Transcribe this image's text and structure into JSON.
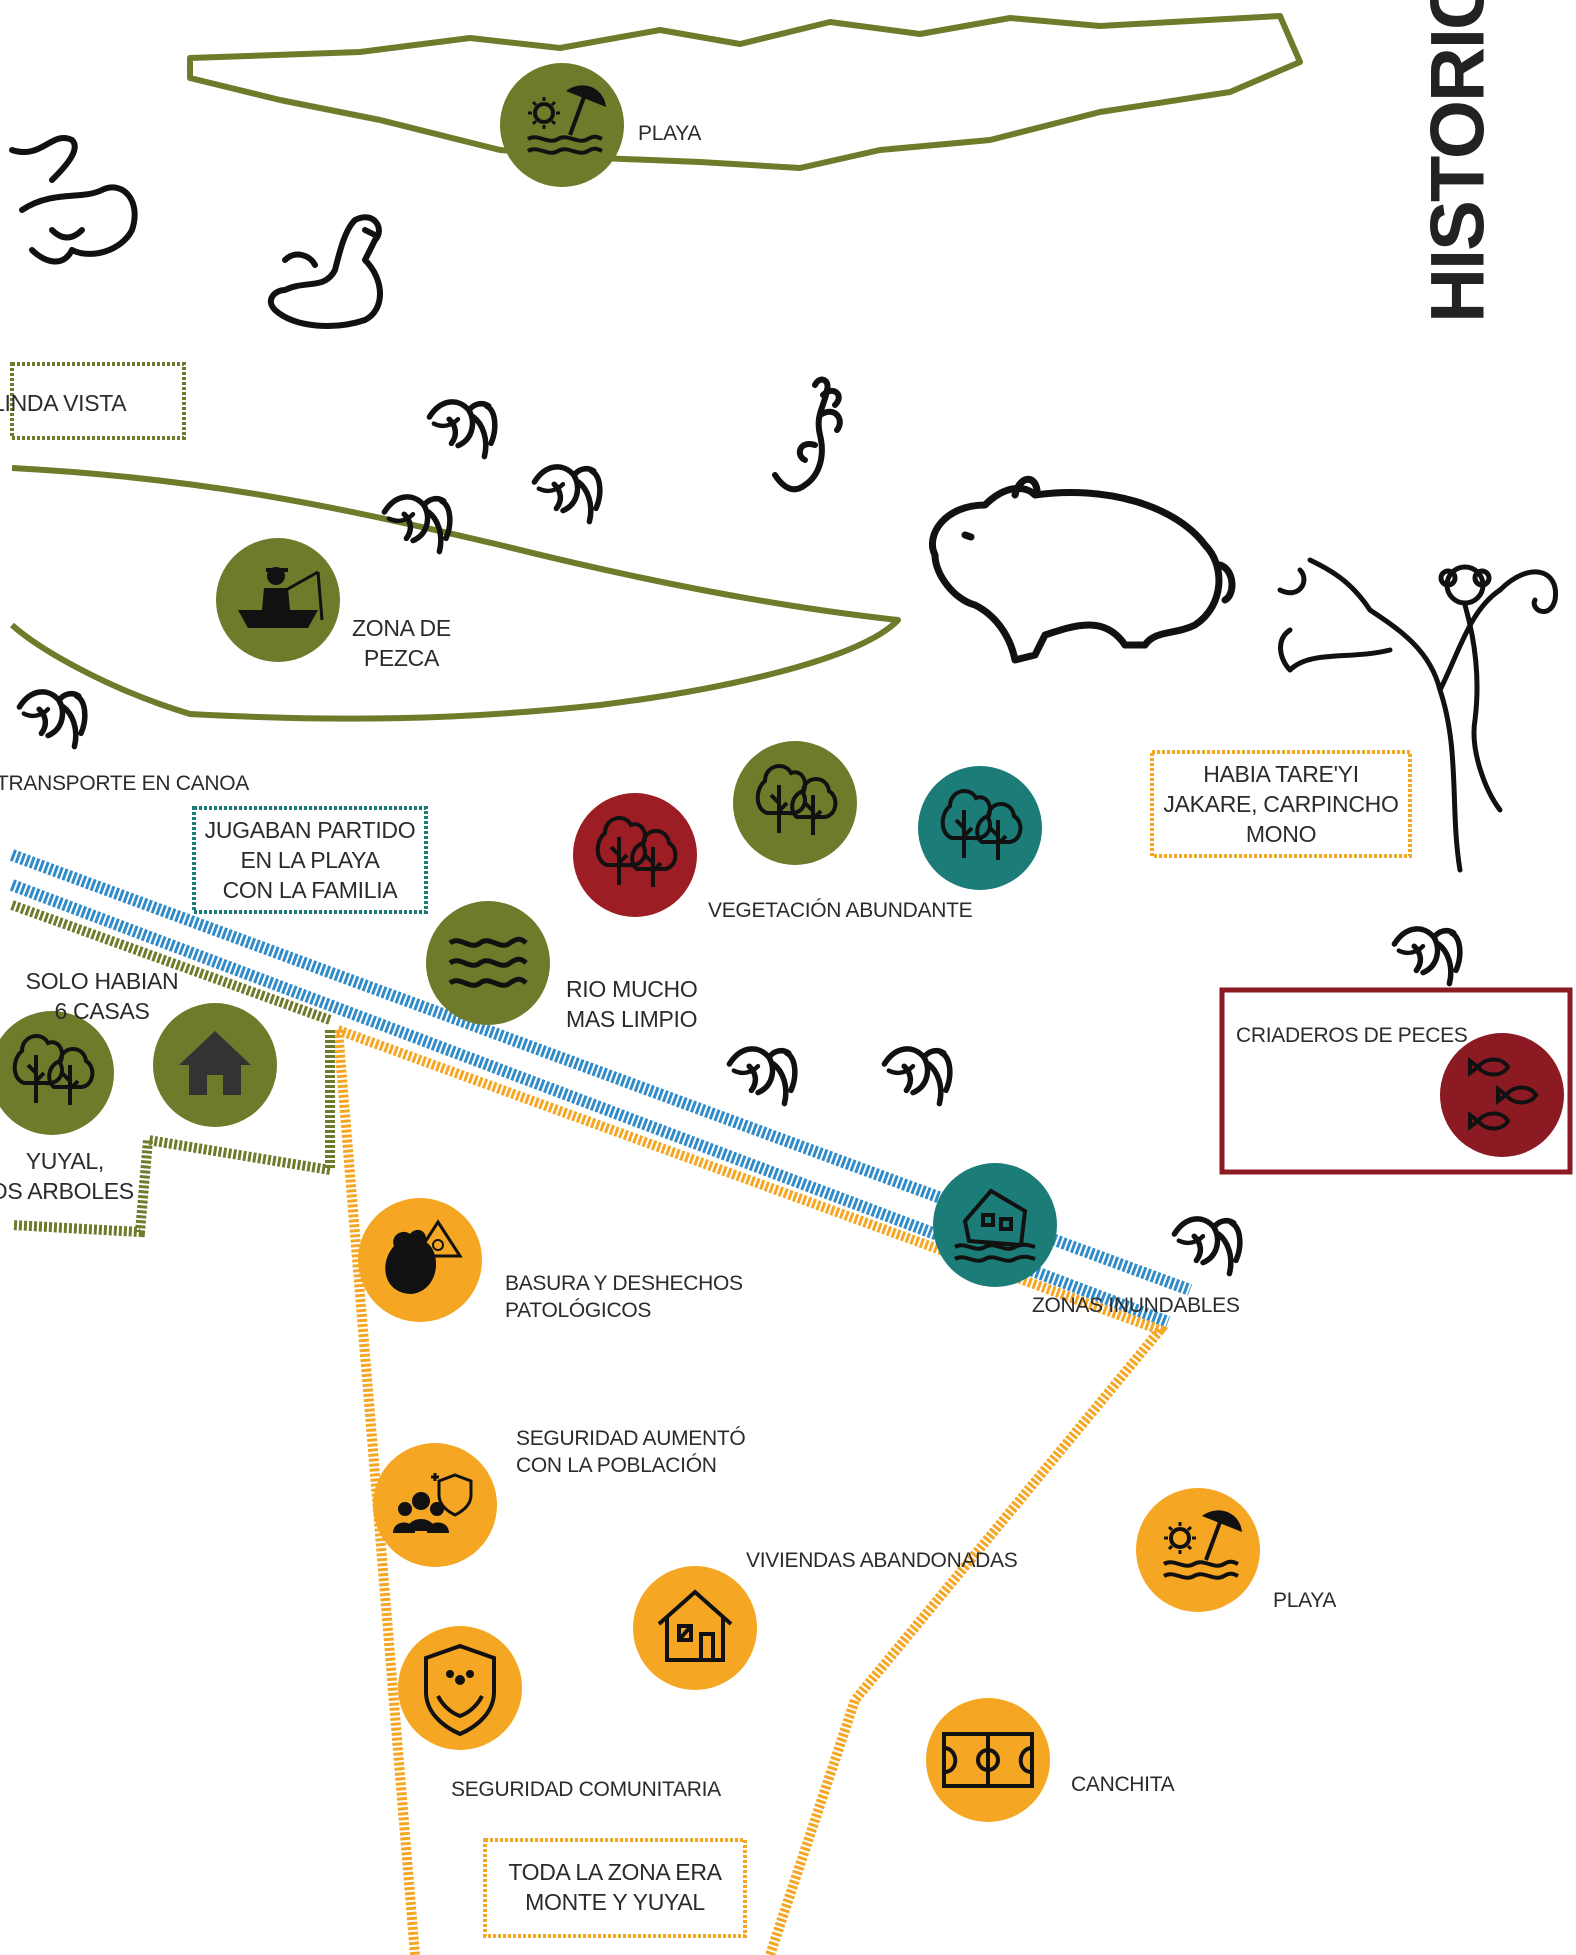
{
  "title": "HISTORIC",
  "colors": {
    "olive": "#6f7a2b",
    "teal": "#1b7c78",
    "red": "#9c1d24",
    "orange": "#f5a623",
    "blue": "#2f8bc9",
    "dark_red": "#8b1a22",
    "ink": "#111111"
  },
  "labels": {
    "playa_top": "PLAYA",
    "linda_vista": "LINDA VISTA",
    "zona_pezca": "ZONA DE\nPEZCA",
    "transporte": "TRANSPORTE EN CANOA",
    "jugaban": "JUGABAN PARTIDO\nEN LA PLAYA\nCON LA FAMILIA",
    "vegetacion": "VEGETACIÓN ABUNDANTE",
    "habia": "HABIA TARE'YI\nJAKARE, CARPINCHO\nMONO",
    "solo_habian": "SOLO HABIAN\n6 CASAS",
    "rio": "RIO MUCHO\nMAS LIMPIO",
    "criaderos": "CRIADEROS DE PECES",
    "yuyal": "YUYAL,\nMUCHOS ARBOLES",
    "basura": "BASURA Y DESHECHOS\nPATOLÓGICOS",
    "zonas_inundables": "ZONAS INUNDABLES",
    "seguridad_aumento": "SEGURIDAD AUMENTÓ\nCON LA POBLACIÓN",
    "viviendas": "VIVIENDAS ABANDONADAS",
    "playa_bottom": "PLAYA",
    "seguridad_comunitaria": "SEGURIDAD COMUNITARIA",
    "canchita": "CANCHITA",
    "toda_zona": "TODA LA ZONA ERA\nMONTE Y YUYAL"
  },
  "icons": [
    {
      "name": "beach-icon",
      "color": "olive"
    },
    {
      "name": "fishing-boat-icon",
      "color": "olive"
    },
    {
      "name": "trees-icon",
      "color": "red"
    },
    {
      "name": "trees-icon",
      "color": "olive"
    },
    {
      "name": "trees-icon",
      "color": "teal"
    },
    {
      "name": "waves-icon",
      "color": "olive"
    },
    {
      "name": "trees-icon",
      "color": "olive"
    },
    {
      "name": "house-icon",
      "color": "olive"
    },
    {
      "name": "fish-farm-icon",
      "color": "dark_red"
    },
    {
      "name": "flooded-house-icon",
      "color": "teal"
    },
    {
      "name": "biohazard-trash-icon",
      "color": "orange"
    },
    {
      "name": "community-security-icon",
      "color": "orange"
    },
    {
      "name": "abandoned-house-icon",
      "color": "orange"
    },
    {
      "name": "protective-hands-icon",
      "color": "orange"
    },
    {
      "name": "beach-icon",
      "color": "orange"
    },
    {
      "name": "sports-court-icon",
      "color": "orange"
    }
  ],
  "sketches": [
    "rabbit-sketch",
    "duck-sketch",
    "bird-sketch",
    "lizard-sketch",
    "capybara-sketch",
    "monkey-tree-sketch"
  ]
}
